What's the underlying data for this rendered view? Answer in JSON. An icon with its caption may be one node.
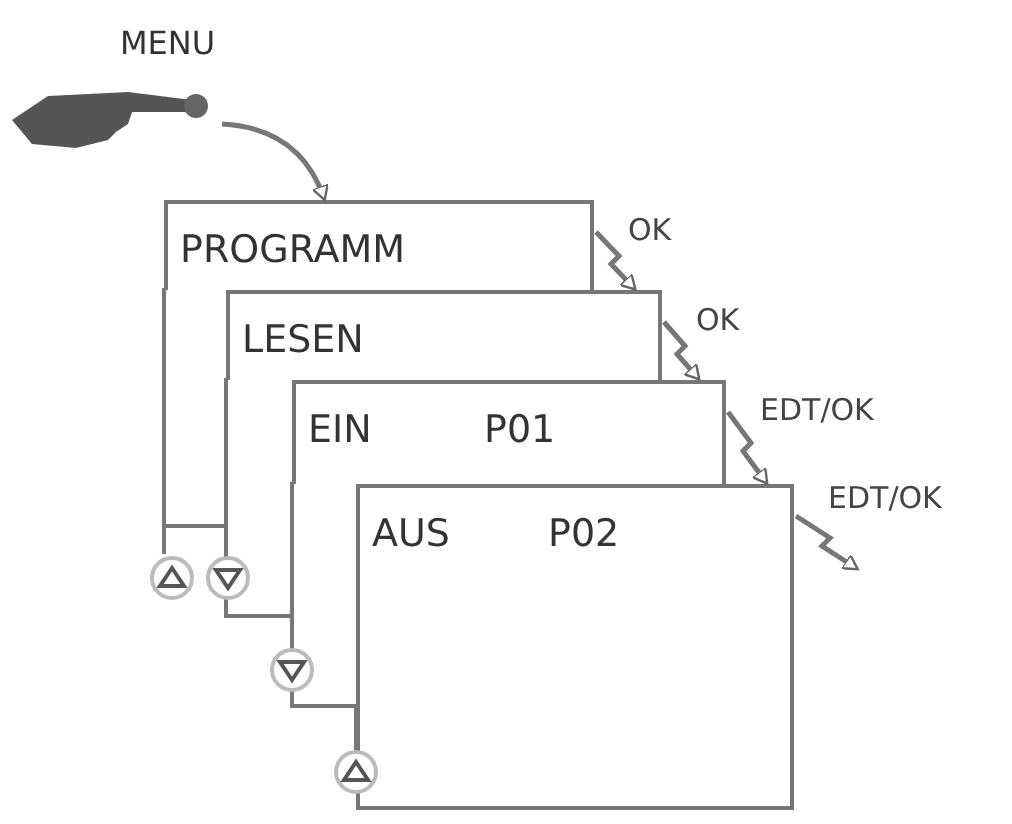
{
  "diagram": {
    "nodes": [
      {
        "text": [
          "MENU"
        ]
      },
      {
        "text": [
          "PROGRAMM"
        ]
      },
      {
        "text": [
          "LESEN"
        ]
      },
      {
        "text": [
          "EIN",
          "P01"
        ]
      },
      {
        "text": [
          "AUS",
          "P02"
        ]
      }
    ],
    "edges": [
      {
        "from": 0,
        "to": 1,
        "arrow": "to"
      },
      {
        "from": 1,
        "to": 2,
        "arrow": "to",
        "label": "OK"
      },
      {
        "from": 2,
        "to": 3,
        "arrow": "to",
        "label": "OK"
      },
      {
        "from": 3,
        "to": 4,
        "arrow": "to",
        "label": "EDT/OK"
      },
      {
        "from": 4,
        "to": null,
        "arrow": "to",
        "label": "EDT/OK"
      }
    ]
  }
}
